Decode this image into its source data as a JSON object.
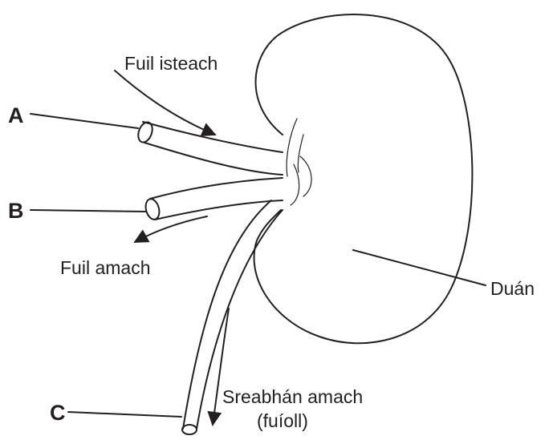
{
  "labels": {
    "a": "A",
    "b": "B",
    "c": "C",
    "blood_in": "Fuil isteach",
    "blood_out": "Fuil amach",
    "urine_out_line1": "Sreabhán amach",
    "urine_out_line2": "(fuíoll)",
    "kidney": "Duán"
  },
  "colors": {
    "ink": "#231f20",
    "background": "#ffffff"
  }
}
